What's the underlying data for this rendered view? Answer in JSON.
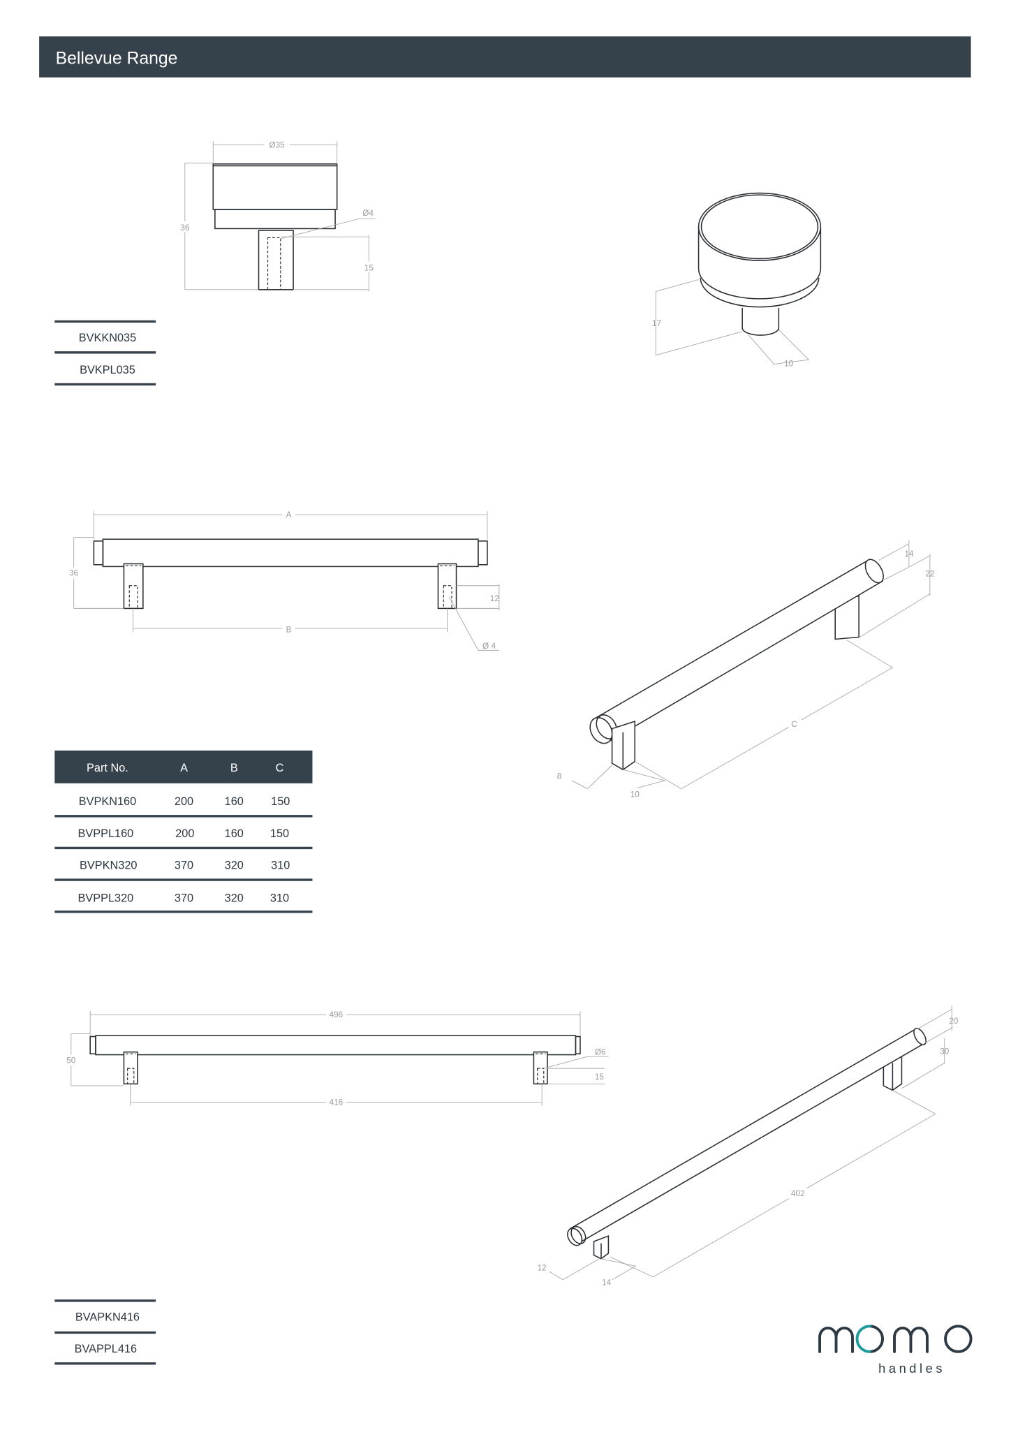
{
  "header": {
    "title": "Bellevue Range"
  },
  "colors": {
    "header_bg": "#35414b",
    "rule": "#36414b",
    "logo_dark": "#2e3a43",
    "logo_teal": "#1e9a9a"
  },
  "knob": {
    "front_dims": {
      "diameter": "Ø35",
      "height": "36",
      "hole": "Ø4",
      "hole_depth": "15"
    },
    "iso_dims": {
      "stem_height": "17",
      "stem_width": "10"
    },
    "parts": [
      "BVKKN035",
      "BVKPL035"
    ]
  },
  "bar_handle": {
    "front_dims": {
      "length": "A",
      "height": "36",
      "centres": "B",
      "hole_depth": "12",
      "hole": "Ø 4"
    },
    "iso_dims": {
      "diameter": "14",
      "projection": "22",
      "leg_span": "C",
      "leg_depth": "8",
      "leg_width": "10"
    },
    "table": {
      "headers": [
        "Part No.",
        "A",
        "B",
        "C"
      ],
      "rows": [
        [
          "BVPKN160",
          "200",
          "160",
          "150"
        ],
        [
          "BVPPL160",
          "200",
          "160",
          "150"
        ],
        [
          "BVPKN320",
          "370",
          "320",
          "310"
        ],
        [
          "BVPPL320",
          "370",
          "320",
          "310"
        ]
      ]
    }
  },
  "appliance_handle": {
    "front_dims": {
      "length": "496",
      "height": "50",
      "centres": "416",
      "hole": "Ø6",
      "hole_depth": "15"
    },
    "iso_dims": {
      "diameter": "20",
      "projection": "30",
      "leg_span": "402",
      "leg_depth": "12",
      "leg_width": "14"
    },
    "parts": [
      "BVAPKN416",
      "BVAPPL416"
    ]
  },
  "logo": {
    "wordmark": "momo",
    "tagline": "handles"
  }
}
